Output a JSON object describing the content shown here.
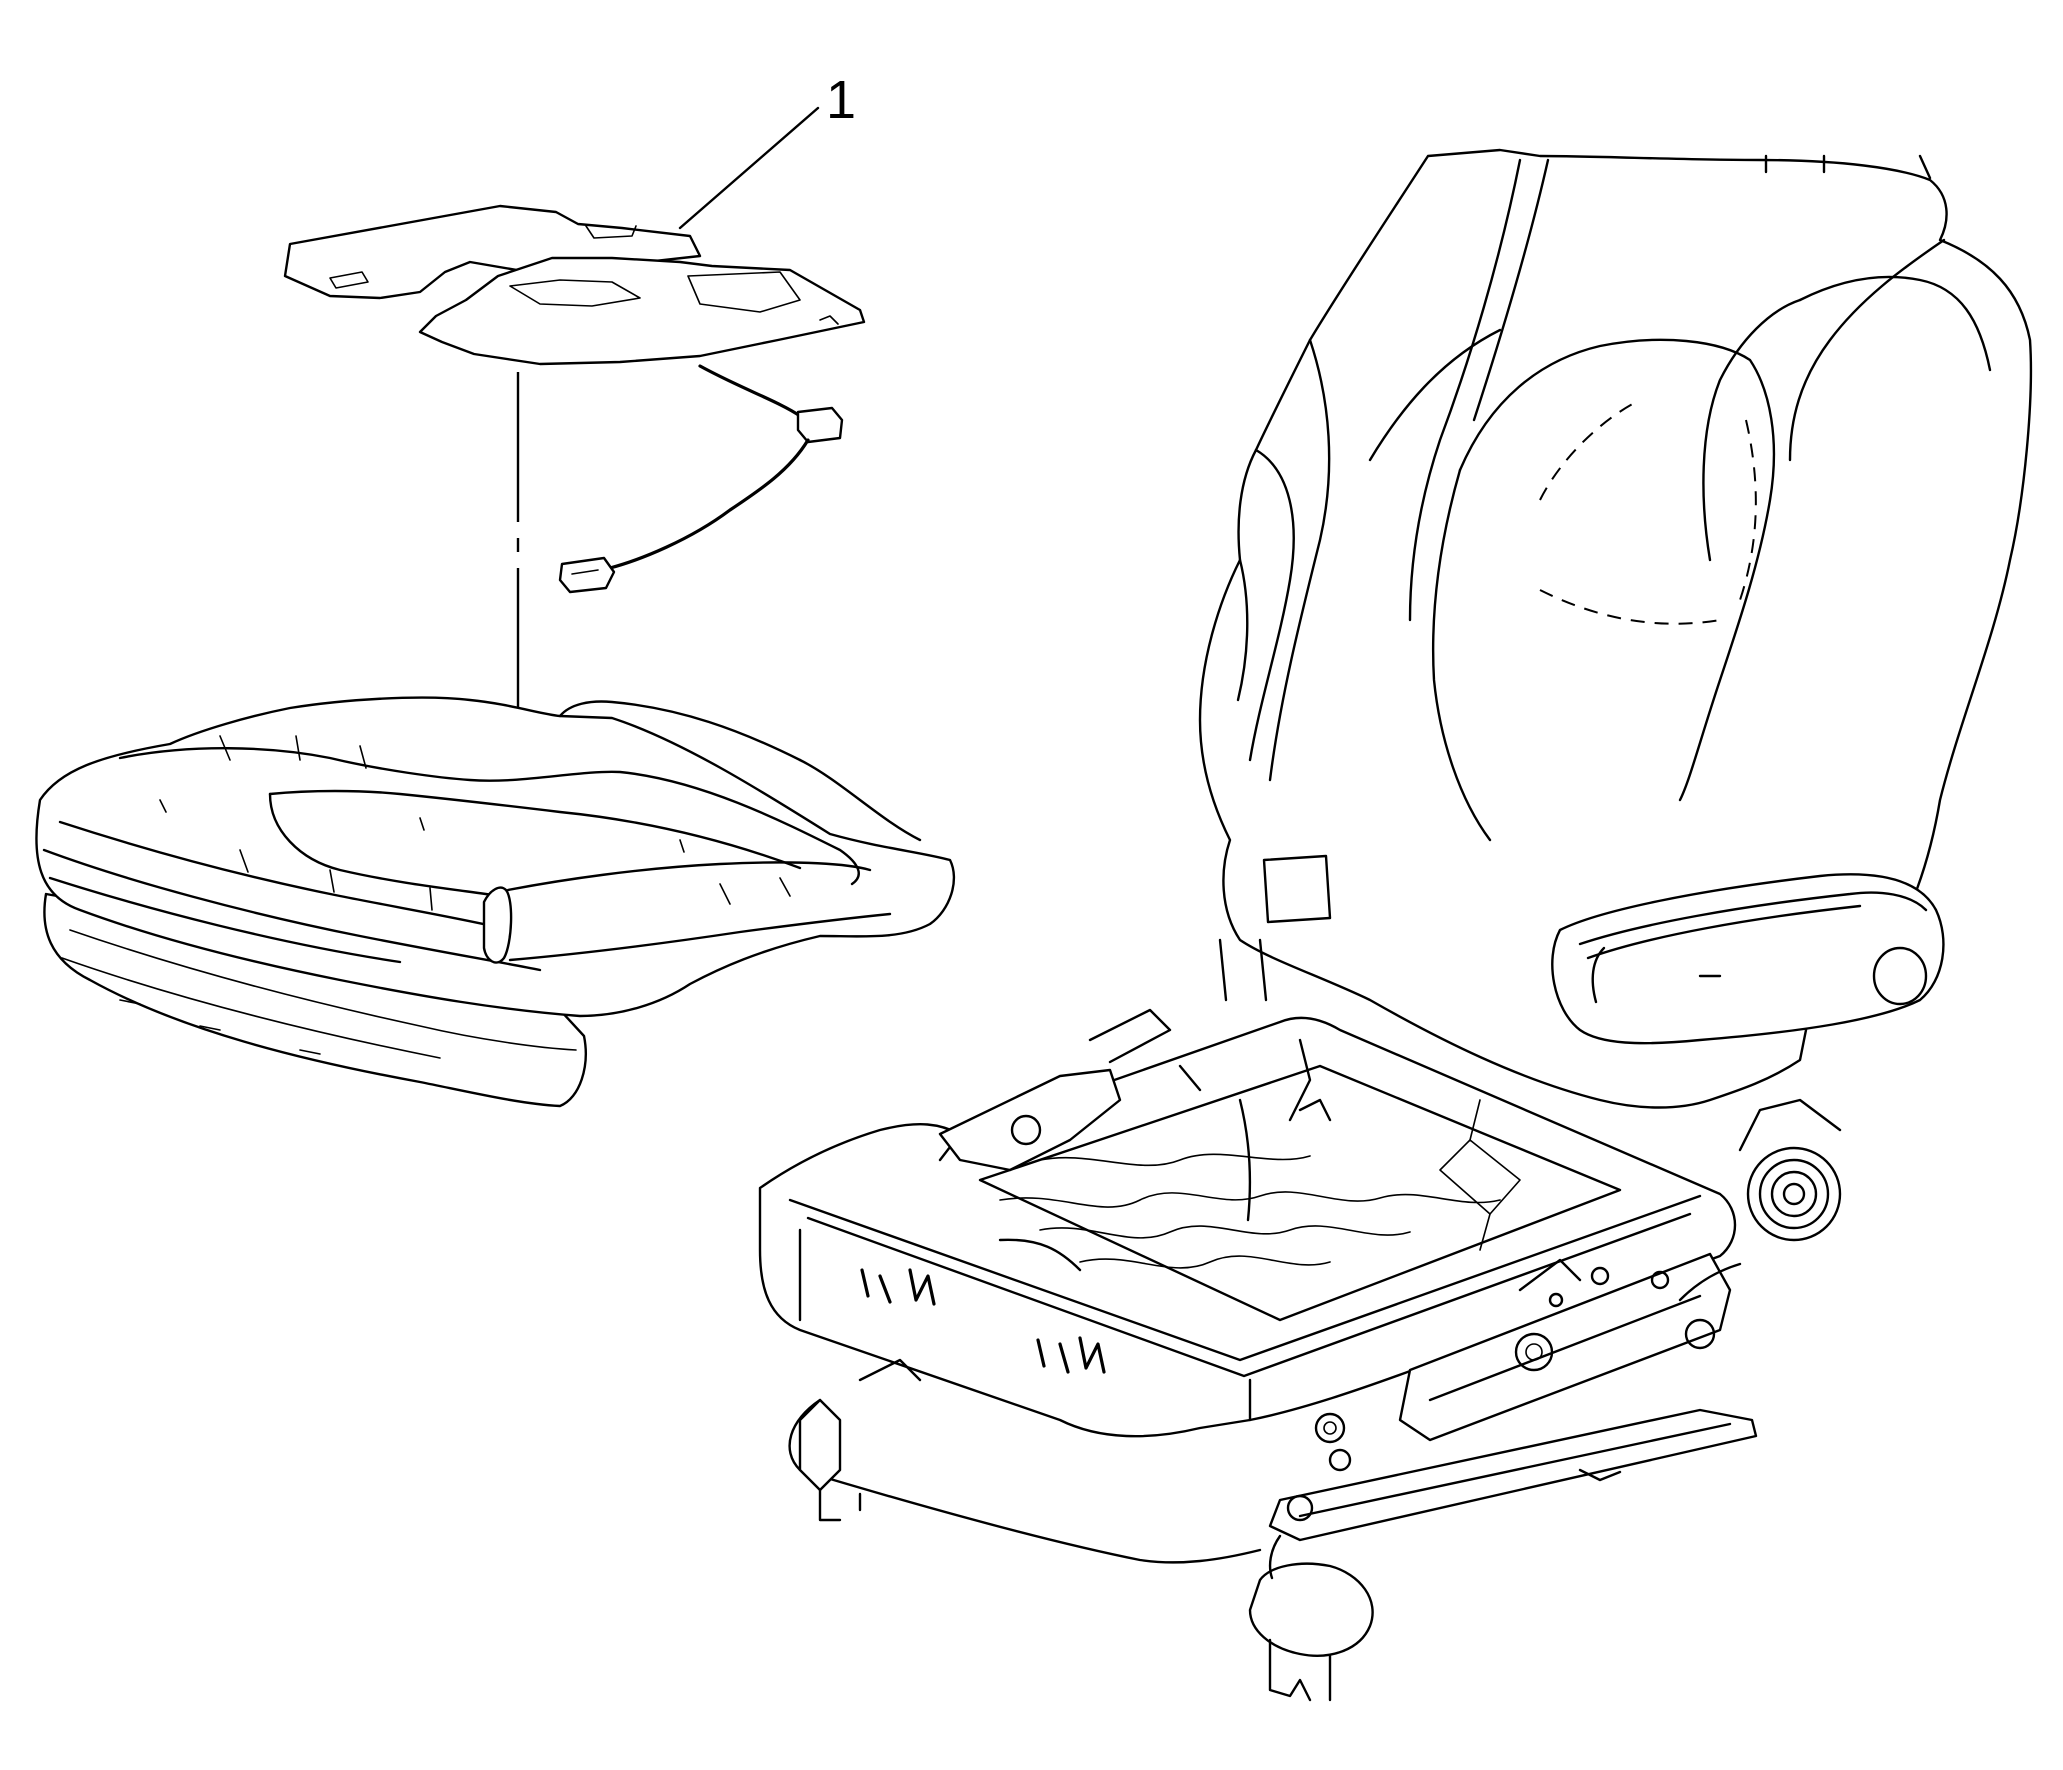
{
  "diagram": {
    "callouts": [
      {
        "number": "1"
      }
    ],
    "components": {
      "sensor": "seat-occupant-sensor-mat",
      "cushion": "seat-cushion-pad",
      "seat": "seat-assembly-frame"
    }
  }
}
